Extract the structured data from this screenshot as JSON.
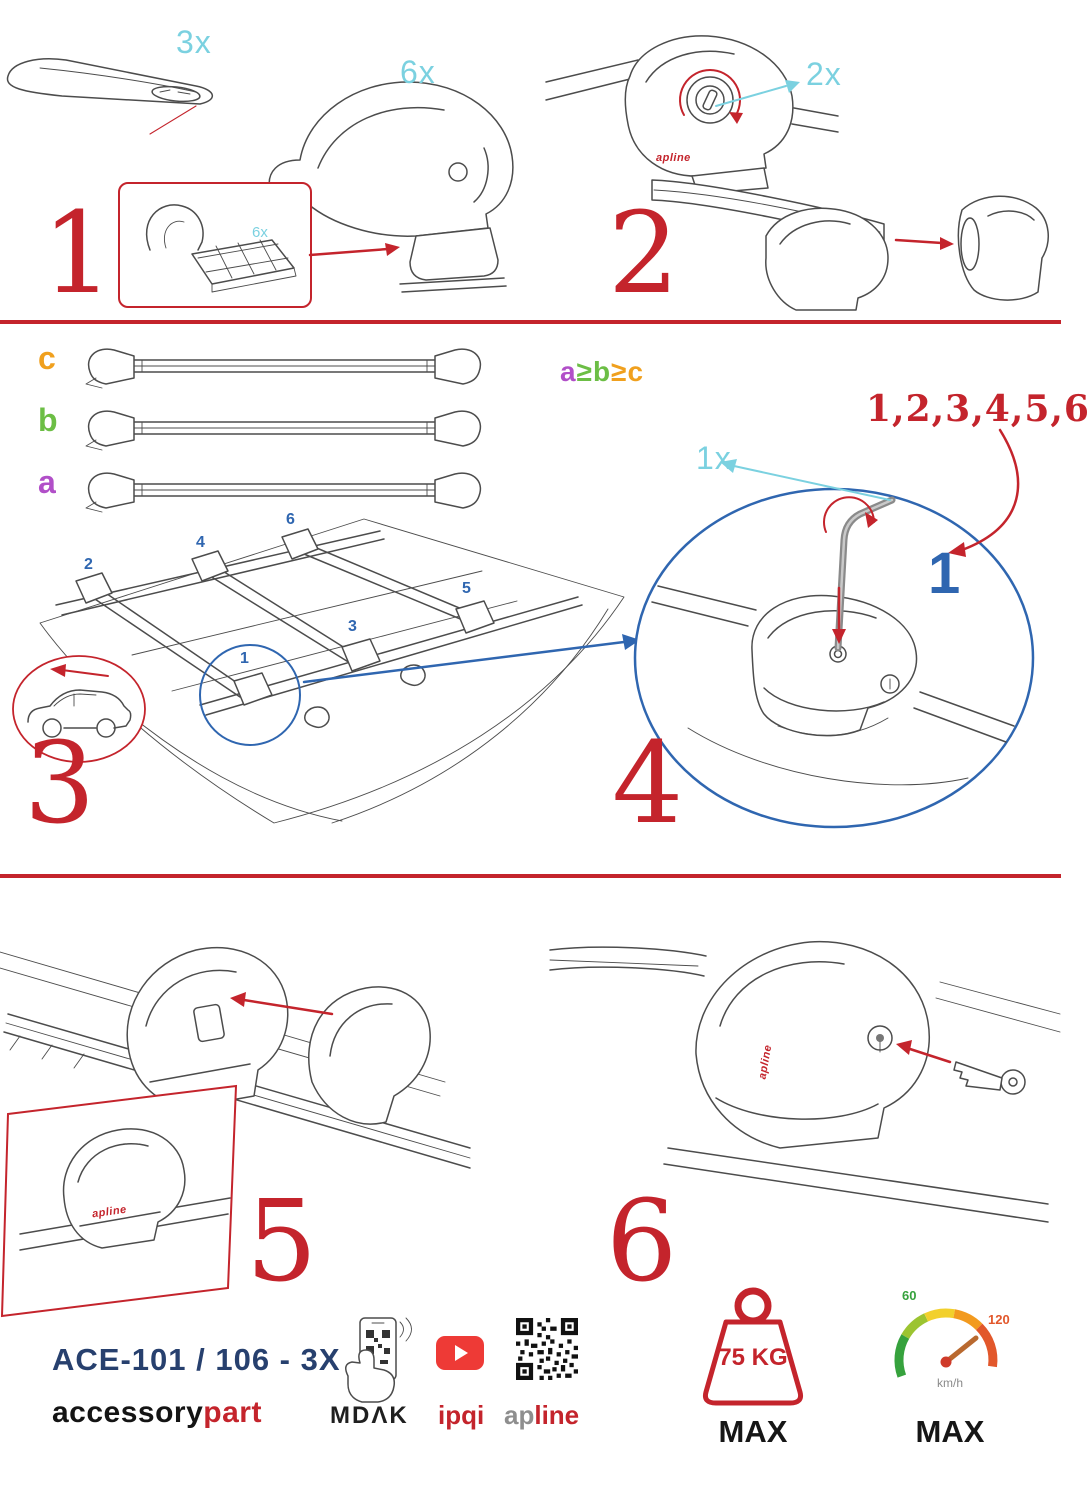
{
  "colors": {
    "accent_red": "#c4242c",
    "qty_cyan": "#7bd1e0",
    "position_blue": "#2f66b0",
    "model_navy": "#27406e",
    "bar_a_purple": "#b14fc8",
    "bar_b_green": "#6cbe45",
    "bar_c_orange": "#f0a01e",
    "youtube_red": "#ee3a36",
    "speed_green": "#36a23d",
    "speed_red": "#e2572b"
  },
  "steps": {
    "s1": {
      "number": "1",
      "bar_qty": "3x",
      "foot_qty": "6x",
      "pad_qty": "6x"
    },
    "s2": {
      "number": "2",
      "knob_qty": "2x",
      "brand": "apline"
    },
    "s3": {
      "number": "3",
      "bar_c": "c",
      "bar_b": "b",
      "bar_a": "a",
      "rule": {
        "a": "a",
        "ge1": "≥",
        "b": "b",
        "ge2": "≥",
        "c": "c"
      },
      "positions": {
        "p1": "1",
        "p2": "2",
        "p3": "3",
        "p4": "4",
        "p5": "5",
        "p6": "6"
      }
    },
    "s4": {
      "number": "4",
      "tool_qty": "1x",
      "sequence": "1,2,3,4,5,6",
      "first_position": "1"
    },
    "s5": {
      "number": "5",
      "brand": "apline"
    },
    "s6": {
      "number": "6",
      "brand": "apline"
    }
  },
  "footer": {
    "model": "ACE-101 / 106 - 3X",
    "brand": {
      "black": "accessory",
      "red": "part"
    },
    "mdak_label": "MDΛK",
    "ipqi_label": "ipqi",
    "apline": {
      "gray": "ap",
      "red": "line"
    },
    "weight": {
      "value": "75 KG",
      "max": "MAX"
    },
    "speedometer": {
      "low": "60",
      "high": "120",
      "unit": "km/h",
      "max": "MAX"
    }
  }
}
